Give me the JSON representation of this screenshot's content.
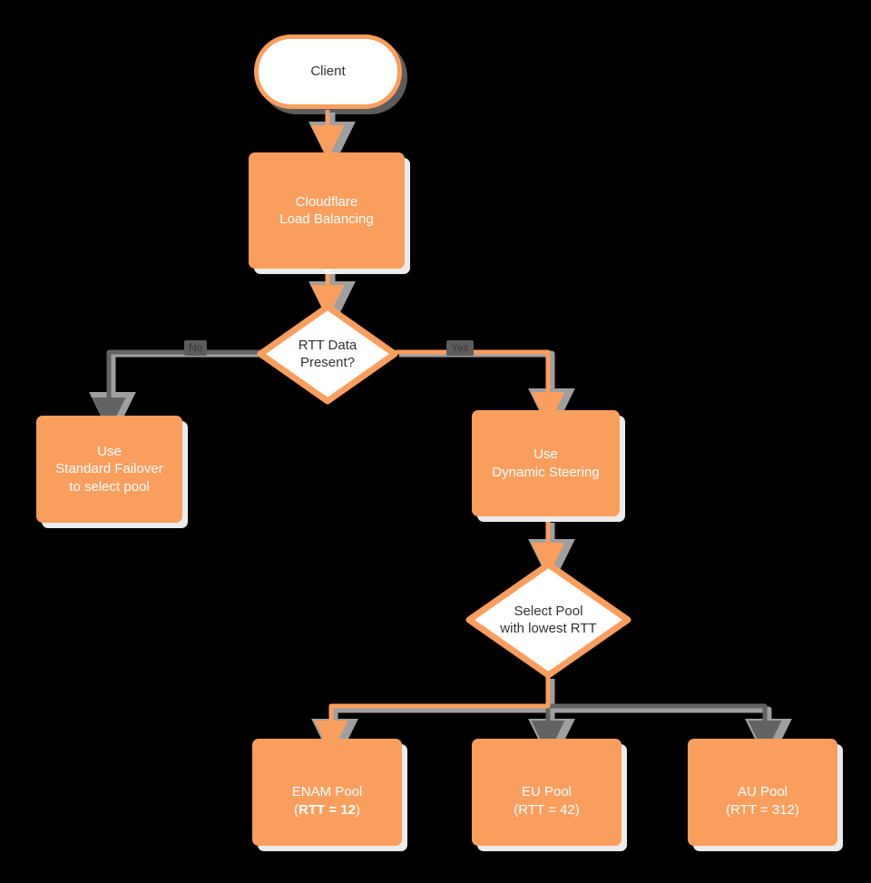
{
  "diagram": {
    "title": "Cloudflare Load Balancing RTT Dynamic Steering flowchart",
    "type": "flowchart",
    "direction": "top-down",
    "background": "#000000",
    "colors": {
      "node_fill": "#FA9E5E",
      "node_text_on_fill": "#FFFFFF",
      "decision_fill": "#FFFFFF",
      "decision_stroke": "#FA9E5E",
      "decision_text": "#333333",
      "edge_active": "#FA9E5E",
      "edge_inactive": "#636363",
      "edge_label_bg": "#5C5C5C",
      "shadow": "#BDBDBD"
    }
  },
  "nodes": {
    "client": {
      "label": "Client",
      "shape": "stadium"
    },
    "load_balancing": {
      "label": "Cloudflare\nLoad Balancing",
      "shape": "rect"
    },
    "rtt_check": {
      "label_line1": "RTT Data",
      "label_line2": "Present?",
      "shape": "diamond"
    },
    "standard_failover": {
      "label": "Use\nStandard Failover\nto select pool",
      "shape": "rect"
    },
    "dynamic_steering": {
      "label": "Use\nDynamic Steering",
      "shape": "rect"
    },
    "select_pool": {
      "label_line1": "Select Pool",
      "label_line2": "with lowest RTT",
      "shape": "diamond"
    },
    "enam_pool": {
      "name": "ENAM Pool",
      "rtt_text": "RTT = 12",
      "rtt_value": 12,
      "open_paren": "(",
      "close_paren": ")",
      "shape": "rect",
      "selected": true
    },
    "eu_pool": {
      "name": "EU Pool",
      "rtt_text": "RTT = 42",
      "rtt_value": 42,
      "open_paren": "(",
      "close_paren": ")",
      "shape": "rect",
      "selected": false
    },
    "au_pool": {
      "name": "AU Pool",
      "rtt_text": "RTT = 312",
      "rtt_value": 312,
      "open_paren": "(",
      "close_paren": ")",
      "shape": "rect",
      "selected": false
    }
  },
  "edge_labels": {
    "no_branch": "No",
    "yes_branch": "Yes"
  },
  "edges": [
    {
      "from": "client",
      "to": "load_balancing",
      "state": "active"
    },
    {
      "from": "load_balancing",
      "to": "rtt_check",
      "state": "active"
    },
    {
      "from": "rtt_check",
      "to": "standard_failover",
      "label": "No",
      "state": "inactive"
    },
    {
      "from": "rtt_check",
      "to": "dynamic_steering",
      "label": "Yes",
      "state": "active"
    },
    {
      "from": "dynamic_steering",
      "to": "select_pool",
      "state": "active"
    },
    {
      "from": "select_pool",
      "to": "enam_pool",
      "state": "active"
    },
    {
      "from": "select_pool",
      "to": "eu_pool",
      "state": "inactive"
    },
    {
      "from": "select_pool",
      "to": "au_pool",
      "state": "inactive"
    }
  ]
}
